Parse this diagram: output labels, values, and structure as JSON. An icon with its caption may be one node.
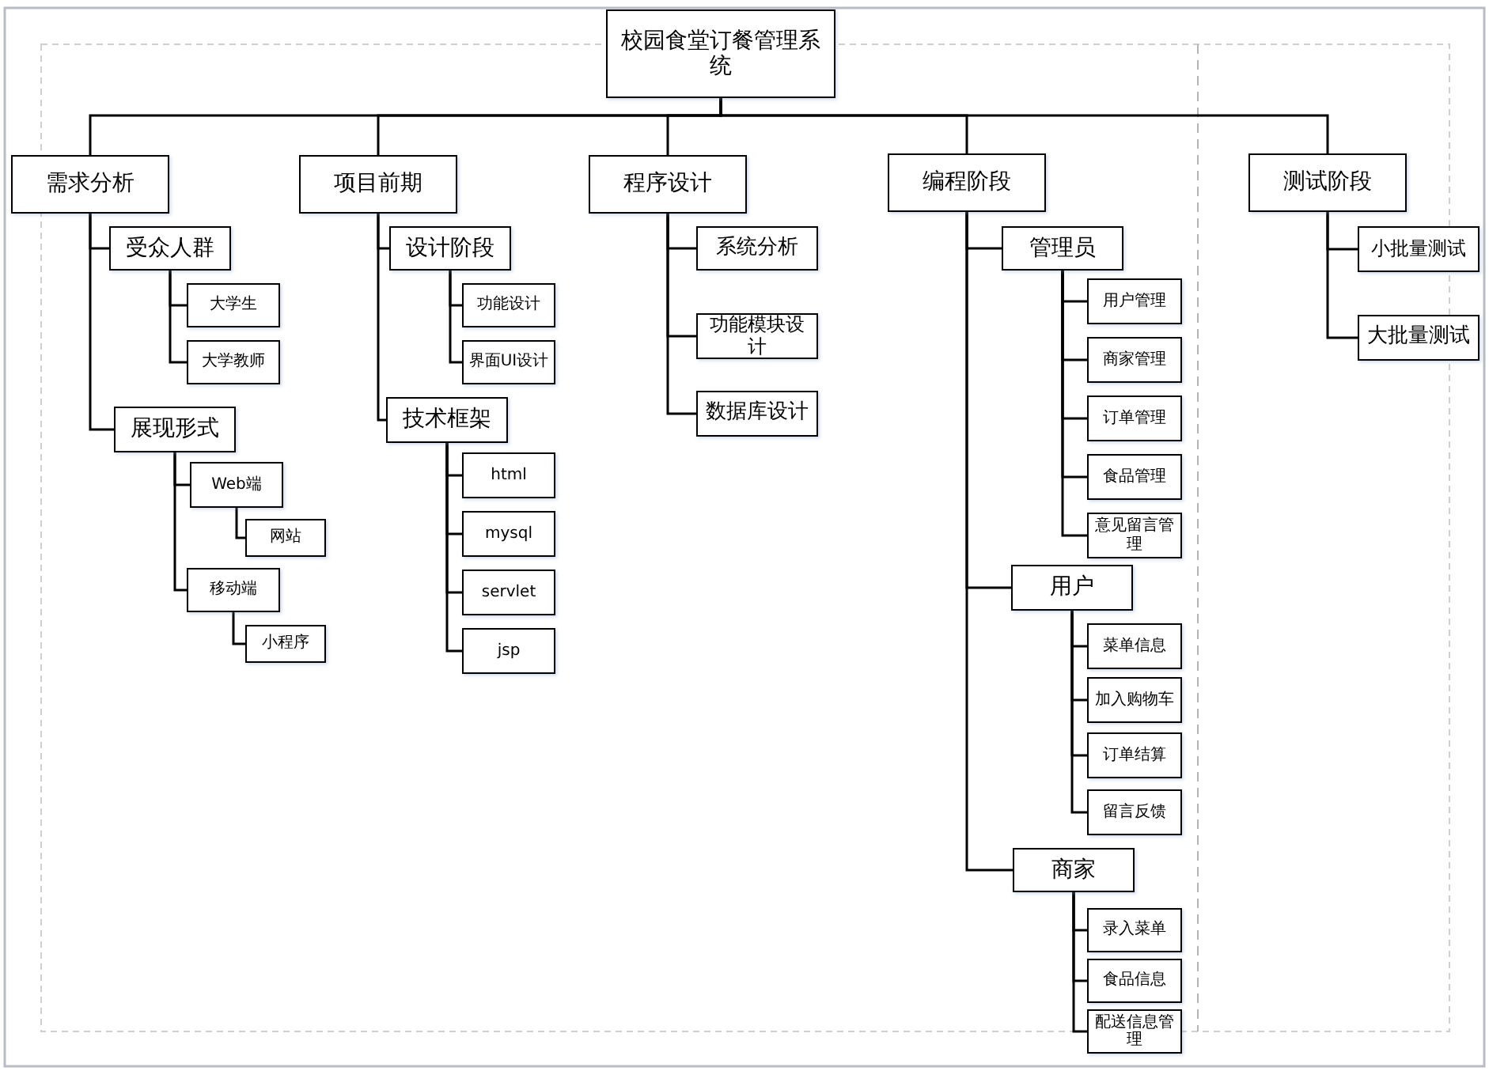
{
  "diagram": {
    "nodes": [
      {
        "text": [
          "校园食堂订餐管理系统"
        ]
      },
      {
        "text": [
          "需求分析"
        ]
      },
      {
        "text": [
          "受众人群"
        ]
      },
      {
        "text": [
          "大学生"
        ]
      },
      {
        "text": [
          "大学教师"
        ]
      },
      {
        "text": [
          "展现形式"
        ]
      },
      {
        "text": [
          "Web端"
        ]
      },
      {
        "text": [
          "网站"
        ]
      },
      {
        "text": [
          "移动端"
        ]
      },
      {
        "text": [
          "小程序"
        ]
      },
      {
        "text": [
          "项目前期"
        ]
      },
      {
        "text": [
          "设计阶段"
        ]
      },
      {
        "text": [
          "功能设计"
        ]
      },
      {
        "text": [
          "界面UI设计"
        ]
      },
      {
        "text": [
          "技术框架"
        ]
      },
      {
        "text": [
          "html"
        ]
      },
      {
        "text": [
          "mysql"
        ]
      },
      {
        "text": [
          "servlet"
        ]
      },
      {
        "text": [
          "jsp"
        ]
      },
      {
        "text": [
          "程序设计"
        ]
      },
      {
        "text": [
          "系统分析"
        ]
      },
      {
        "text": [
          "功能模块设计"
        ]
      },
      {
        "text": [
          "数据库设计"
        ]
      },
      {
        "text": [
          "编程阶段"
        ]
      },
      {
        "text": [
          "管理员"
        ]
      },
      {
        "text": [
          "用户管理"
        ]
      },
      {
        "text": [
          "商家管理"
        ]
      },
      {
        "text": [
          "订单管理"
        ]
      },
      {
        "text": [
          "食品管理"
        ]
      },
      {
        "text": [
          "意见留言管理"
        ]
      },
      {
        "text": [
          "用户"
        ]
      },
      {
        "text": [
          "菜单信息"
        ]
      },
      {
        "text": [
          "加入购物车"
        ]
      },
      {
        "text": [
          "订单结算"
        ]
      },
      {
        "text": [
          "留言反馈"
        ]
      },
      {
        "text": [
          "商家"
        ]
      },
      {
        "text": [
          "录入菜单"
        ]
      },
      {
        "text": [
          "食品信息"
        ]
      },
      {
        "text": [
          "配送信息管理"
        ]
      },
      {
        "text": [
          "测试阶段"
        ]
      },
      {
        "text": [
          "小批量测试"
        ]
      },
      {
        "text": [
          "大批量测试"
        ]
      }
    ],
    "edges": [
      {
        "from": 0,
        "to": 1,
        "arrow": "none"
      },
      {
        "from": 1,
        "to": 2,
        "arrow": "none"
      },
      {
        "from": 2,
        "to": 3,
        "arrow": "none"
      },
      {
        "from": 2,
        "to": 4,
        "arrow": "none"
      },
      {
        "from": 1,
        "to": 5,
        "arrow": "none"
      },
      {
        "from": 5,
        "to": 6,
        "arrow": "none"
      },
      {
        "from": 6,
        "to": 7,
        "arrow": "none"
      },
      {
        "from": 5,
        "to": 8,
        "arrow": "none"
      },
      {
        "from": 8,
        "to": 9,
        "arrow": "none"
      },
      {
        "from": 0,
        "to": 10,
        "arrow": "none"
      },
      {
        "from": 10,
        "to": 11,
        "arrow": "none"
      },
      {
        "from": 11,
        "to": 12,
        "arrow": "none"
      },
      {
        "from": 11,
        "to": 13,
        "arrow": "none"
      },
      {
        "from": 10,
        "to": 14,
        "arrow": "none"
      },
      {
        "from": 14,
        "to": 15,
        "arrow": "none"
      },
      {
        "from": 14,
        "to": 16,
        "arrow": "none"
      },
      {
        "from": 14,
        "to": 17,
        "arrow": "none"
      },
      {
        "from": 14,
        "to": 18,
        "arrow": "none"
      },
      {
        "from": 0,
        "to": 19,
        "arrow": "none"
      },
      {
        "from": 19,
        "to": 20,
        "arrow": "none"
      },
      {
        "from": 19,
        "to": 21,
        "arrow": "none"
      },
      {
        "from": 19,
        "to": 22,
        "arrow": "none"
      },
      {
        "from": 0,
        "to": 23,
        "arrow": "none"
      },
      {
        "from": 23,
        "to": 24,
        "arrow": "none"
      },
      {
        "from": 24,
        "to": 25,
        "arrow": "none"
      },
      {
        "from": 24,
        "to": 26,
        "arrow": "none"
      },
      {
        "from": 24,
        "to": 27,
        "arrow": "none"
      },
      {
        "from": 24,
        "to": 28,
        "arrow": "none"
      },
      {
        "from": 24,
        "to": 29,
        "arrow": "none"
      },
      {
        "from": 23,
        "to": 30,
        "arrow": "none"
      },
      {
        "from": 30,
        "to": 31,
        "arrow": "none"
      },
      {
        "from": 30,
        "to": 32,
        "arrow": "none"
      },
      {
        "from": 30,
        "to": 33,
        "arrow": "none"
      },
      {
        "from": 30,
        "to": 34,
        "arrow": "none"
      },
      {
        "from": 23,
        "to": 35,
        "arrow": "none"
      },
      {
        "from": 35,
        "to": 36,
        "arrow": "none"
      },
      {
        "from": 35,
        "to": 37,
        "arrow": "none"
      },
      {
        "from": 35,
        "to": 38,
        "arrow": "none"
      },
      {
        "from": 0,
        "to": 39,
        "arrow": "none"
      },
      {
        "from": 39,
        "to": 40,
        "arrow": "none"
      },
      {
        "from": 39,
        "to": 41,
        "arrow": "none"
      }
    ]
  }
}
